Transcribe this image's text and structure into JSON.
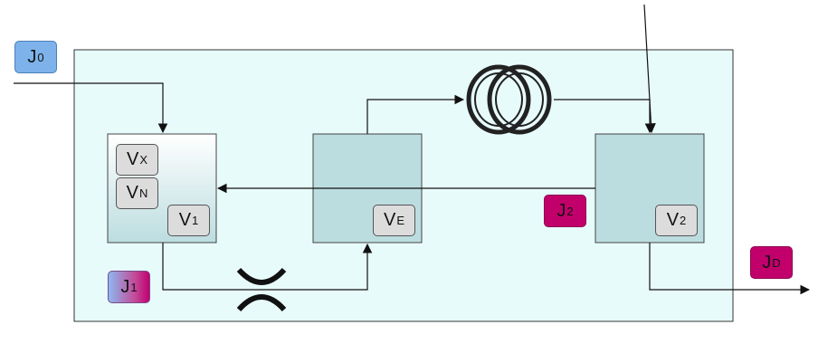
{
  "labels": {
    "j0": {
      "main": "J",
      "sub": "0"
    },
    "j1": {
      "main": "J",
      "sub": "1"
    },
    "j2": {
      "main": "J",
      "sub": "2"
    },
    "jd": {
      "main": "J",
      "sub": "D"
    },
    "vx": {
      "main": "V",
      "sub": "X"
    },
    "vn": {
      "main": "V",
      "sub": "N"
    },
    "v1": {
      "main": "V",
      "sub": "1"
    },
    "ve": {
      "main": "V",
      "sub": "E"
    },
    "v2": {
      "main": "V",
      "sub": "2"
    }
  },
  "colors": {
    "enclosure_fill": "#e8fbfb",
    "box_fill": "#bcdde0",
    "label_gray": "#dcdcdc",
    "label_blue": "#7db3ea",
    "label_magenta": "#c2006b"
  }
}
